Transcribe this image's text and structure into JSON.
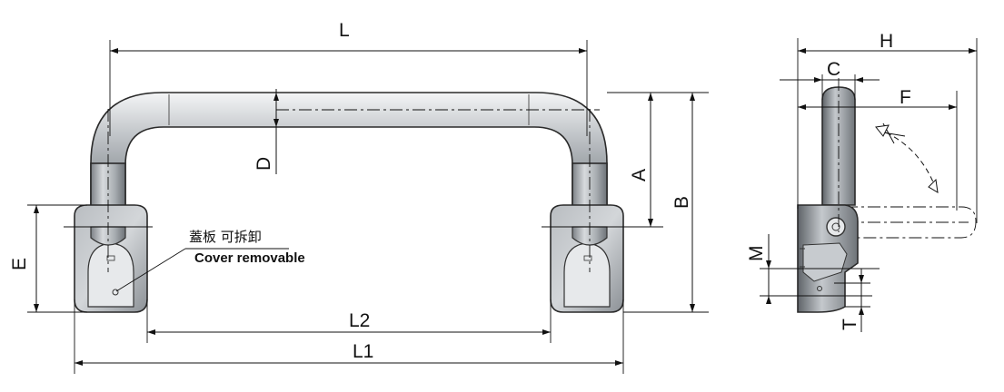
{
  "labels": {
    "L": "L",
    "L1": "L1",
    "L2": "L2",
    "A": "A",
    "B": "B",
    "D": "D",
    "E": "E",
    "H": "H",
    "C": "C",
    "F": "F",
    "M": "M",
    "T": "T"
  },
  "note": {
    "chinese": "蓋板 可拆卸",
    "english": "Cover removable"
  }
}
